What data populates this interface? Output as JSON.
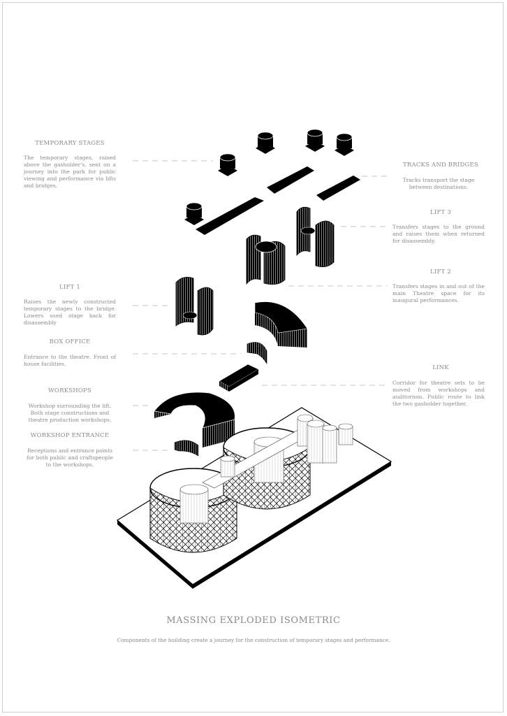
{
  "title": "MASSING EXPLODED ISOMETRIC",
  "subtitle": "Components of the building create a journey for the construction of temporary stages and performance.",
  "annotations": {
    "temporary_stages": {
      "heading": "TEMPORARY STAGES",
      "text": "The temporary stages, raised above the gasholder's, sent on a journey into the park for public viewing and performance via lifts and bridges."
    },
    "tracks_and_bridges": {
      "heading": "TRACKS AND BRIDGES",
      "text": "Tracks transport the stage between destinations."
    },
    "lift_3": {
      "heading": "LIFT 3",
      "text": "Transfers stages to the ground and raises them when returned for disassembly."
    },
    "lift_2": {
      "heading": "LIFT 2",
      "text": "Transfers stages in and out of the main Theatre space for its inaugural performances."
    },
    "lift_1": {
      "heading": "LIFT 1",
      "text": "Raises the newly constructed temporary stages to the bridge. Lowers used stage back for disassembly"
    },
    "box_office": {
      "heading": "BOX OFFICE",
      "text": "Entrance to the theatre. Front of house facilities."
    },
    "link": {
      "heading": "LINK",
      "text": "Corridor for theatre sets to be moved from workshops and auditorium. Public route to link the two gasholder together."
    },
    "workshops": {
      "heading": "WORKSHOPS",
      "text": "Workshop surrounding the lift. Both stage constructions and theatre production workshops."
    },
    "workshop_entrance": {
      "heading": "WORKSHOP ENTRANCE",
      "text": "Receptions and entrance points for both public and craftspeople to the workshops."
    }
  },
  "colors": {
    "ink": "#000000",
    "annotation": "#8a8a8a",
    "leader": "#b5b5b5",
    "paper": "#ffffff"
  }
}
